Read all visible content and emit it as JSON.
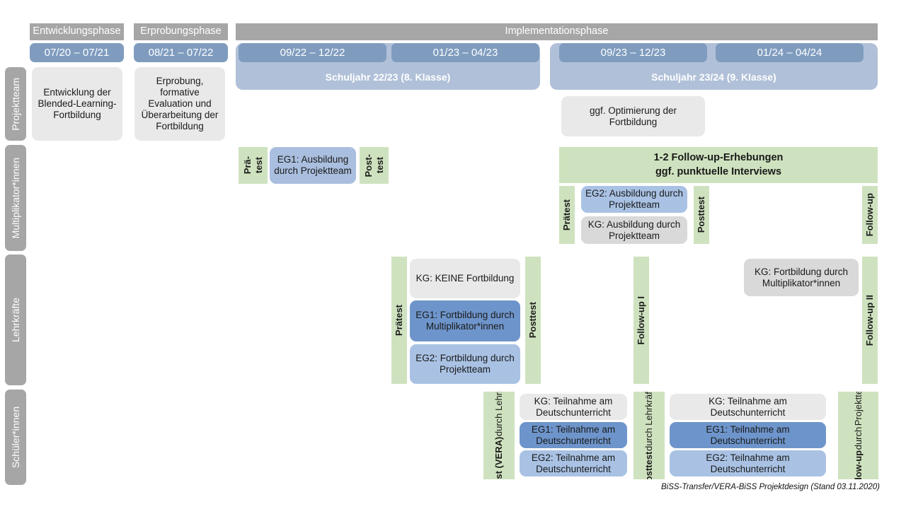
{
  "footer": {
    "text": "BiSS-Transfer/VERA-BiSS Projektdesign (Stand 03.11.2020)"
  },
  "colors": {
    "grey_header": "#a6a6a6",
    "period_blue": "#7f9cbf",
    "schoolyear_blue": "#b0c0d8",
    "green": "#cfe2bf",
    "eg1_blue": "#6e95cb",
    "eg2_blue": "#a9c2e4",
    "kg_grey": "#e9e9e9"
  },
  "phases": [
    {
      "label": "Entwicklungsphase"
    },
    {
      "label": "Erprobungsphase"
    },
    {
      "label": "Implementationsphase"
    }
  ],
  "periods": [
    {
      "label": "07/20 – 07/21"
    },
    {
      "label": "08/21 – 07/22"
    },
    {
      "label": "09/22 – 12/22"
    },
    {
      "label": "01/23 – 04/23"
    },
    {
      "label": "09/23 – 12/23"
    },
    {
      "label": "01/24 – 04/24"
    }
  ],
  "school_years": [
    {
      "label": "Schuljahr 22/23 (8. Klasse)"
    },
    {
      "label": "Schuljahr 23/24 (9. Klasse)"
    }
  ],
  "row_labels": [
    {
      "label": "Projektteam"
    },
    {
      "label": "Multiplikator*innen"
    },
    {
      "label": "Lehrkräfte"
    },
    {
      "label": "Schüler*innen"
    }
  ],
  "projektteam": {
    "entwicklung": "Entwicklung der Blended-Learning-Fortbildung",
    "erprobung": "Erprobung, formative Evaluation und Überarbeitung der Fortbildung",
    "optimierung": "ggf. Optimierung der Fortbildung"
  },
  "multiplikatoren": {
    "praetest_1": "Prä-",
    "praetest_2": "test",
    "posttest_1": "Post-",
    "posttest_2": "test",
    "eg1": "EG1: Ausbildung durch Projektteam",
    "followup_banner_l1": "1-2 Follow-up-Erhebungen",
    "followup_banner_l2": "ggf. punktuelle Interviews",
    "praetest": "Prätest",
    "posttest": "Posttest",
    "eg2": "EG2: Ausbildung durch Projektteam",
    "kg": "KG: Ausbildung durch Projektteam",
    "followup": "Follow-up"
  },
  "lehrkraefte": {
    "praetest": "Prätest",
    "posttest": "Posttest",
    "kg_keine": "KG:  KEINE Fortbildung",
    "eg1": "EG1: Fortbildung durch Multiplikator*innen",
    "eg2": "EG2: Fortbildung durch Projektteam",
    "followup_1": "Follow-up I",
    "followup_2": "Follow-up II",
    "kg_fortbildung": "KG: Fortbildung durch Multiplikator*innen"
  },
  "schueler": {
    "praetest_l1": "Prätest (VERA)",
    "praetest_l2": "durch Lehrkräfte",
    "posttest_l1": "Posttest",
    "posttest_l2": "durch Lehrkräfte",
    "followup_l1": "Follow-up",
    "followup_l2": "durch",
    "followup_l3": "Projektteam",
    "left": {
      "kg": "KG: Teilnahme am Deutschunterricht",
      "eg1": "EG1: Teilnahme am Deutschunterricht",
      "eg2": "EG2: Teilnahme am Deutschunterricht"
    },
    "right": {
      "kg": "KG: Teilnahme am Deutschunterricht",
      "eg1": "EG1: Teilnahme am Deutschunterricht",
      "eg2": "EG2: Teilnahme am Deutschunterricht"
    }
  }
}
